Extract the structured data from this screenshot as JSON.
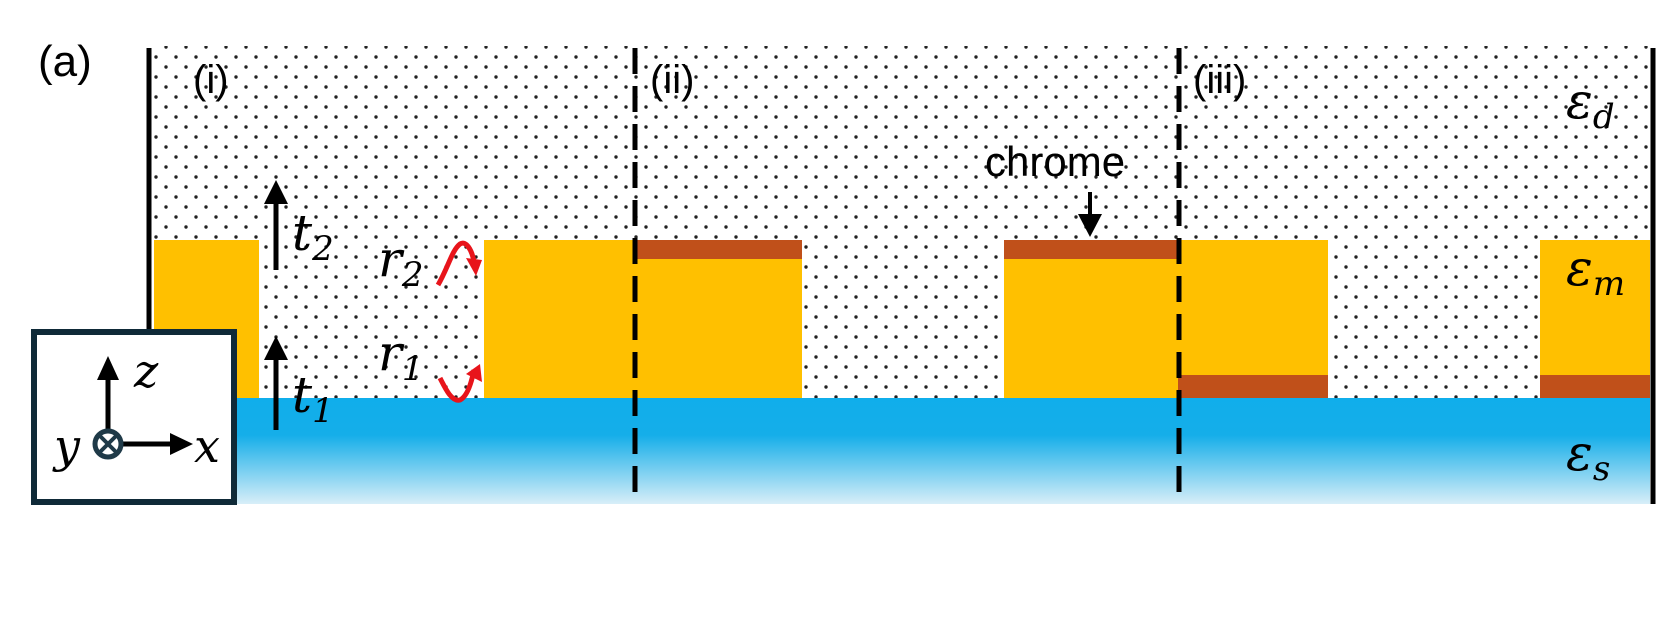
{
  "figure": {
    "panel_label": "(a)",
    "region_labels": [
      "(i)",
      "(ii)",
      "(iii)"
    ],
    "material_label": "chrome"
  },
  "permittivity_labels": {
    "dielectric": {
      "symbol": "ε",
      "subscript": "d"
    },
    "metal": {
      "symbol": "ε",
      "subscript": "m"
    },
    "substrate": {
      "symbol": "ε",
      "subscript": "s"
    }
  },
  "coefficients": {
    "t2": {
      "symbol": "t",
      "subscript": "2"
    },
    "t1": {
      "symbol": "t",
      "subscript": "1"
    },
    "r2": {
      "symbol": "r",
      "subscript": "2"
    },
    "r1": {
      "symbol": "r",
      "subscript": "1"
    }
  },
  "axes": {
    "z": "z",
    "x": "x",
    "y": "y"
  },
  "colors": {
    "gold": "#FFC000",
    "chrome": "#C0501A",
    "substrate_top": "#10AEEB",
    "substrate_bottom": "#D8EEF8",
    "dots": "#222222",
    "arrow_red": "#E8141B"
  }
}
